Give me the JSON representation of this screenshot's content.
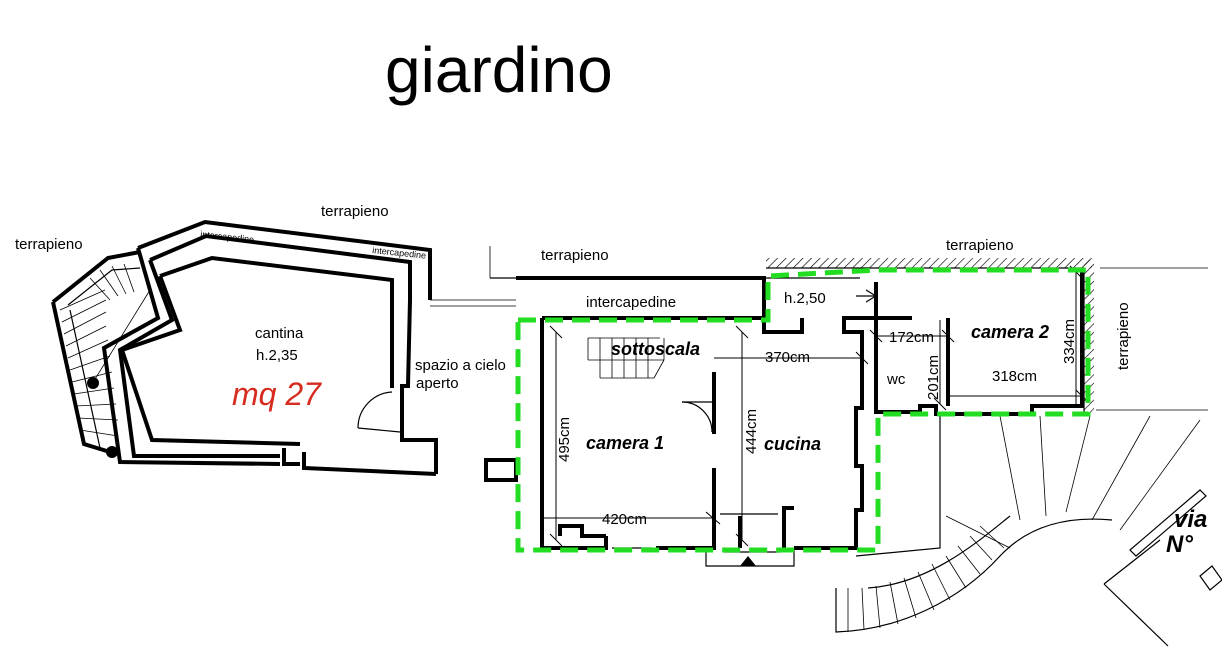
{
  "title": "giardino",
  "labels": {
    "terrapieno_left": "terrapieno",
    "terrapieno_top": "terrapieno",
    "terrapieno_mid": "terrapieno",
    "terrapieno_right_top": "terrapieno",
    "terrapieno_right_side": "terrapieno",
    "intercapedine_1": "intercapedine",
    "intercapedine_2": "intercapedine",
    "intercapedine_main": "intercapedine",
    "cantina": "cantina",
    "cantina_height": "h.2,35",
    "open_space_line1": "spazio a cielo",
    "open_space_line2": "aperto",
    "area": "mq 27",
    "height_small": "h.2,50",
    "street_line1": "via",
    "street_line2": "N°"
  },
  "rooms": {
    "sottoscala": "sottoscala",
    "camera1": "camera 1",
    "cucina": "cucina",
    "camera2": "camera 2",
    "wc": "wc"
  },
  "dimensions": {
    "d370": "370cm",
    "d172": "172cm",
    "d201": "201cm",
    "d334": "334cm",
    "d318": "318cm",
    "d495": "495cm",
    "d444": "444cm",
    "d420": "420cm"
  },
  "colors": {
    "highlight": "#22dd22",
    "area_text": "#d62b1f",
    "walls": "#000000"
  }
}
